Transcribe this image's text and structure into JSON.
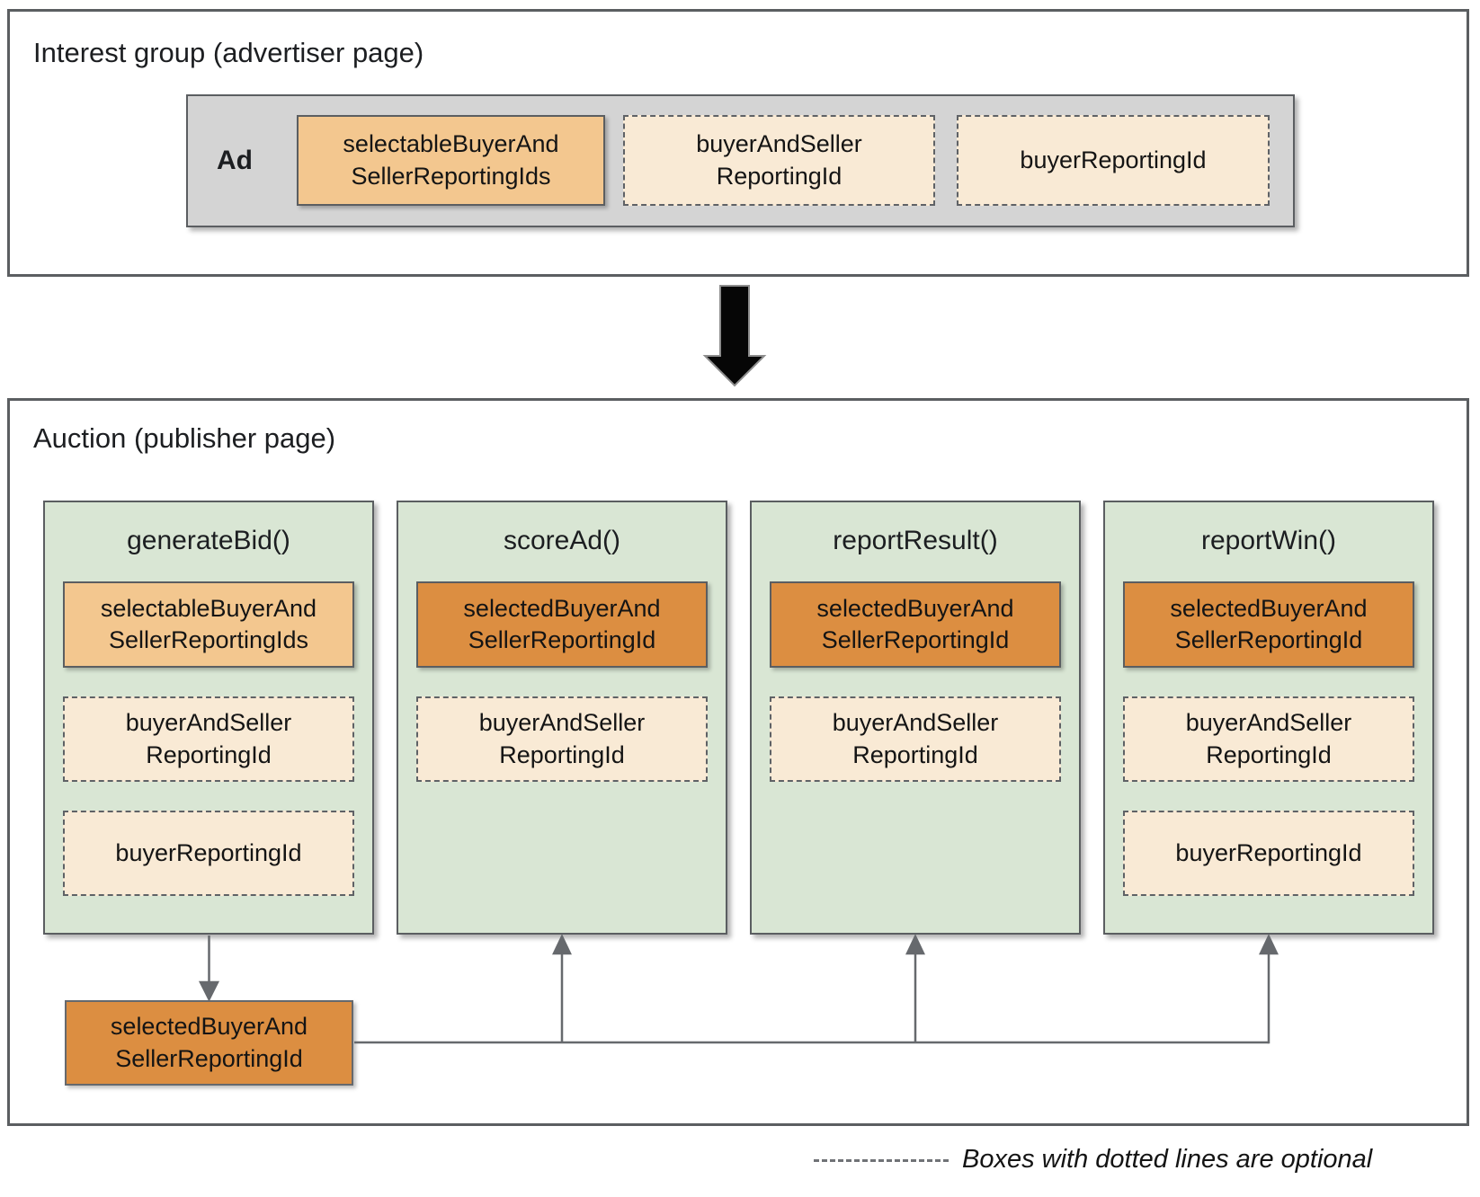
{
  "colors": {
    "panel_border": "#5b5e61",
    "ad_container_fill": "#d4d4d4",
    "selectable_fill": "#f3c78f",
    "selected_fill": "#dc8e41",
    "optional_fill": "#f9ead5",
    "column_fill": "#d9e6d4",
    "connector_line": "#66696d",
    "big_arrow_fill": "#000000"
  },
  "interest_group": {
    "title": "Interest group (advertiser page)",
    "ad_label": "Ad",
    "boxes": [
      {
        "label": "selectableBuyerAnd SellerReportingIds",
        "style": "solid",
        "optional": false
      },
      {
        "label": "buyerAndSeller ReportingId",
        "style": "dashed",
        "optional": true
      },
      {
        "label": "buyerReportingId",
        "style": "dashed",
        "optional": true
      }
    ]
  },
  "auction": {
    "title": "Auction (publisher page)",
    "columns": [
      {
        "title": "generateBid()",
        "boxes": [
          {
            "label": "selectableBuyerAnd SellerReportingIds",
            "style": "solid",
            "optional": false
          },
          {
            "label": "buyerAndSeller ReportingId",
            "style": "dashed",
            "optional": true
          },
          {
            "label": "buyerReportingId",
            "style": "dashed",
            "optional": true
          }
        ]
      },
      {
        "title": "scoreAd()",
        "boxes": [
          {
            "label": "selectedBuyerAnd SellerReportingId",
            "style": "solid",
            "optional": false
          },
          {
            "label": "buyerAndSeller ReportingId",
            "style": "dashed",
            "optional": true
          }
        ]
      },
      {
        "title": "reportResult()",
        "boxes": [
          {
            "label": "selectedBuyerAnd SellerReportingId",
            "style": "solid",
            "optional": false
          },
          {
            "label": "buyerAndSeller ReportingId",
            "style": "dashed",
            "optional": true
          }
        ]
      },
      {
        "title": "reportWin()",
        "boxes": [
          {
            "label": "selectedBuyerAnd SellerReportingId",
            "style": "solid",
            "optional": false
          },
          {
            "label": "buyerAndSeller ReportingId",
            "style": "dashed",
            "optional": true
          },
          {
            "label": "buyerReportingId",
            "style": "dashed",
            "optional": true
          }
        ]
      }
    ],
    "output_box": {
      "label": "selectedBuyerAnd SellerReportingId"
    }
  },
  "legend": {
    "text": "Boxes with dotted lines are optional"
  }
}
